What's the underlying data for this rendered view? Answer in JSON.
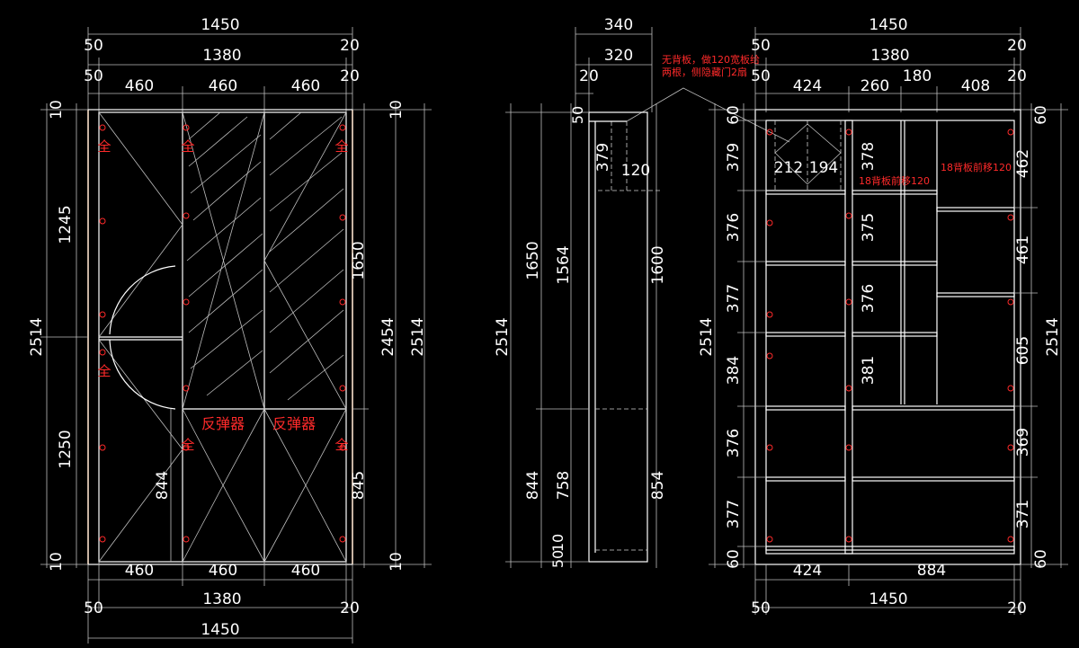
{
  "colors": {
    "background": "#000000",
    "line": "#ffffff",
    "note": "#ff2a2a",
    "frame": "#c8732a"
  },
  "front_view": {
    "top_dims": {
      "total": "1450",
      "inner": "1380",
      "left_margin": "50",
      "right_margin": "20",
      "left_margin_2": "50",
      "right_margin_2": "20",
      "col1": "460",
      "col2": "460",
      "col3": "460"
    },
    "bottom_dims": {
      "col1": "460",
      "col2": "460",
      "col3": "460",
      "left_margin": "50",
      "inner": "1380",
      "right_margin": "20",
      "total": "1450"
    },
    "left_dims": {
      "top": "10",
      "upper": "1245",
      "total": "2514",
      "lower": "1250",
      "bottom": "10"
    },
    "right_dims": {
      "top": "10",
      "upper": "1650",
      "inner": "2454",
      "total": "2514",
      "lower": "845",
      "bottom": "10"
    },
    "inner_dim_844": "844",
    "hinge_label": "全",
    "rebounder_1": "反弹器",
    "rebounder_2": "反弹器"
  },
  "side_view": {
    "top_dims": {
      "total": "340",
      "inner": "320",
      "margin": "20"
    },
    "note_line1": "无背板，做120宽板给",
    "note_line2": "两根，侧隐藏门2扇",
    "dims": {
      "total": "2514",
      "upper": "1650",
      "mid": "1564",
      "right_upper": "1600",
      "top_50": "50",
      "d379": "379",
      "d120": "120",
      "lower": "844",
      "mid_lower": "758",
      "right_lower": "854",
      "bottom_50": "50",
      "bottom_10": "10"
    }
  },
  "back_view": {
    "top_dims": {
      "total": "1450",
      "inner": "1380",
      "left_margin": "50",
      "right_margin": "20",
      "left_margin_2": "50",
      "right_margin_2": "20",
      "c424": "424",
      "c260": "260",
      "c180": "180",
      "c408": "408"
    },
    "bottom_dims": {
      "c424": "424",
      "c884": "884",
      "left_margin": "50",
      "total": "1450",
      "right_margin": "20"
    },
    "left_dims": {
      "top": "60",
      "r1": "379",
      "r2": "376",
      "r3": "377",
      "r4": "384",
      "r5": "376",
      "r6": "377",
      "bottom": "60",
      "total": "2514"
    },
    "inner_dims": {
      "d212": "212",
      "d194": "194",
      "d378": "378",
      "d375": "375",
      "d376": "376",
      "d381": "381"
    },
    "right_dims": {
      "top": "60",
      "r1": "462",
      "r2": "461",
      "r3": "605",
      "r4": "369",
      "r5": "371",
      "bottom": "60",
      "total": "2514"
    },
    "note_1": "18背板前移120",
    "note_2": "18背板前移120"
  }
}
